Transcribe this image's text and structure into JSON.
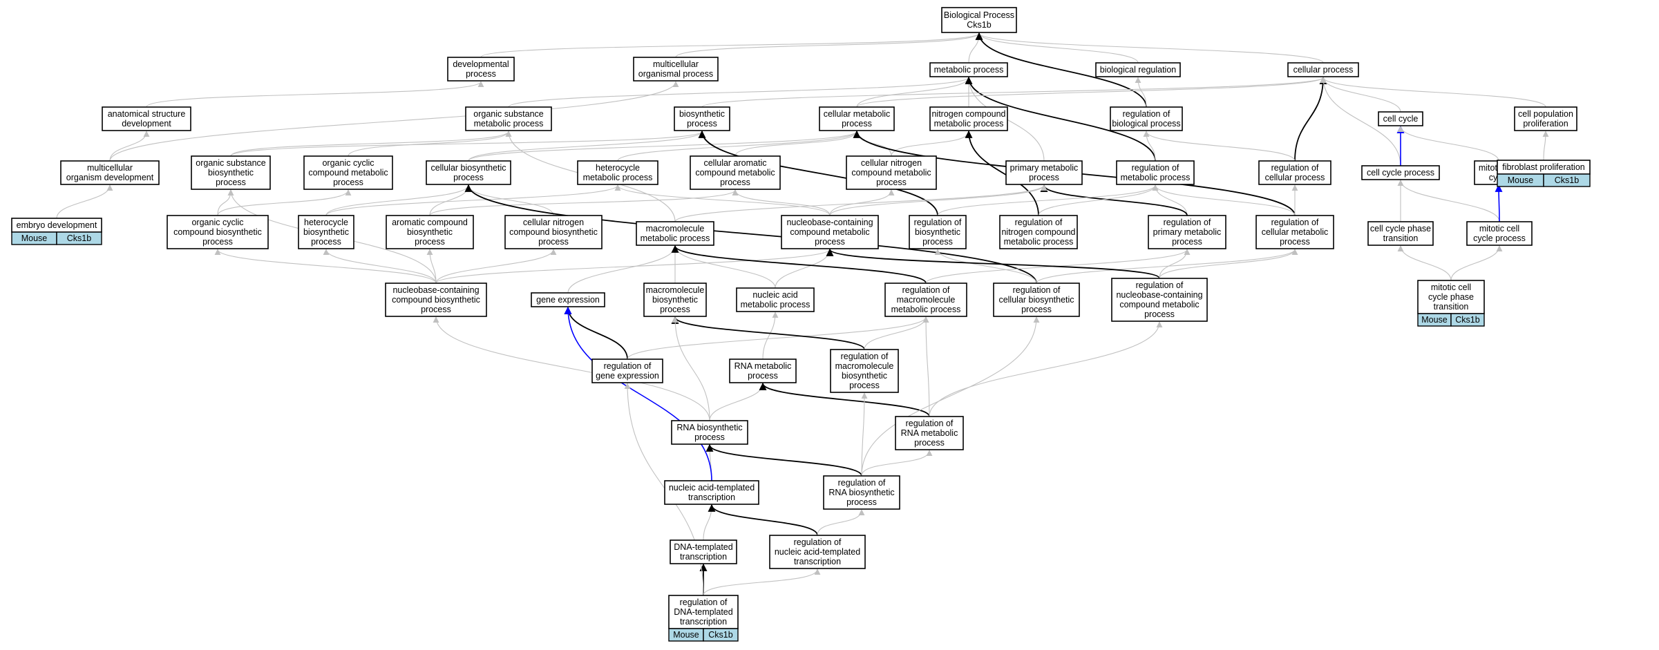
{
  "colors": {
    "edge_is_a": "#c0c0c0",
    "edge_regulates": "#000000",
    "edge_part_of": "#0000ff",
    "annotation_bg": "#add8e6"
  },
  "nodes": {
    "bp": [
      "Biological Process",
      "Cks1b"
    ],
    "dev": [
      "developmental",
      "process"
    ],
    "mop": [
      "multicellular",
      "organismal process"
    ],
    "metab": [
      "metabolic process"
    ],
    "biorg": [
      "biological regulation"
    ],
    "cellp": [
      "cellular process"
    ],
    "asd": [
      "anatomical structure",
      "development"
    ],
    "osmp": [
      "organic substance",
      "metabolic process"
    ],
    "biosyn": [
      "biosynthetic",
      "process"
    ],
    "cmp": [
      "cellular metabolic",
      "process"
    ],
    "ncmp": [
      "nitrogen compound",
      "metabolic process"
    ],
    "rbp": [
      "regulation of",
      "biological process"
    ],
    "cc": [
      "cell cycle"
    ],
    "cpp": [
      "cell population",
      "proliferation"
    ],
    "mod": [
      "multicellular",
      "organism development"
    ],
    "osbp": [
      "organic substance",
      "biosynthetic",
      "process"
    ],
    "occmp": [
      "organic cyclic",
      "compound metabolic",
      "process"
    ],
    "cbp": [
      "cellular biosynthetic",
      "process"
    ],
    "hmp": [
      "heterocycle",
      "metabolic process"
    ],
    "cacmp": [
      "cellular aromatic",
      "compound metabolic",
      "process"
    ],
    "cncmp": [
      "cellular nitrogen",
      "compound metabolic",
      "process"
    ],
    "pmp": [
      "primary metabolic",
      "process"
    ],
    "rmp": [
      "regulation of",
      "metabolic process"
    ],
    "rcp": [
      "regulation of",
      "cellular process"
    ],
    "ccp": [
      "cell cycle process"
    ],
    "mcc": [
      "mitotic cell",
      "cycle"
    ],
    "fp": [
      "fibroblast proliferation"
    ],
    "ed": [
      "embryo development"
    ],
    "occbp": [
      "organic cyclic",
      "compound biosynthetic",
      "process"
    ],
    "hbp": [
      "heterocycle",
      "biosynthetic",
      "process"
    ],
    "acbp": [
      "aromatic compound",
      "biosynthetic",
      "process"
    ],
    "cncbp": [
      "cellular nitrogen",
      "compound biosynthetic",
      "process"
    ],
    "mmp": [
      "macromolecule",
      "metabolic process"
    ],
    "nccmp": [
      "nucleobase-containing",
      "compound metabolic",
      "process"
    ],
    "rbsp": [
      "regulation of",
      "biosynthetic",
      "process"
    ],
    "rncmp": [
      "regulation of",
      "nitrogen compound",
      "metabolic process"
    ],
    "rpmp": [
      "regulation of",
      "primary metabolic",
      "process"
    ],
    "rcmp": [
      "regulation of",
      "cellular metabolic",
      "process"
    ],
    "ccpt": [
      "cell cycle phase",
      "transition"
    ],
    "mccp": [
      "mitotic cell",
      "cycle process"
    ],
    "nccbp": [
      "nucleobase-containing",
      "compound biosynthetic",
      "process"
    ],
    "ge": [
      "gene expression"
    ],
    "mbp": [
      "macromolecule",
      "biosynthetic",
      "process"
    ],
    "namp": [
      "nucleic acid",
      "metabolic process"
    ],
    "rmmp": [
      "regulation of",
      "macromolecule",
      "metabolic process"
    ],
    "rcbp": [
      "regulation of",
      "cellular biosynthetic",
      "process"
    ],
    "rnccmp": [
      "regulation of",
      "nucleobase-containing",
      "compound metabolic",
      "process"
    ],
    "mccpt": [
      "mitotic cell",
      "cycle phase",
      "transition"
    ],
    "rge": [
      "regulation of",
      "gene expression"
    ],
    "rnamp": [
      "RNA metabolic",
      "process"
    ],
    "rmbp": [
      "regulation of",
      "macromolecule",
      "biosynthetic",
      "process"
    ],
    "rnabp": [
      "RNA biosynthetic",
      "process"
    ],
    "rrnamp": [
      "regulation of",
      "RNA metabolic",
      "process"
    ],
    "natt": [
      "nucleic acid-templated",
      "transcription"
    ],
    "rrnabp": [
      "regulation of",
      "RNA biosynthetic",
      "process"
    ],
    "dtt": [
      "DNA-templated",
      "transcription"
    ],
    "rnatt": [
      "regulation of",
      "nucleic acid-templated",
      "transcription"
    ],
    "rdtt": [
      "regulation of",
      "DNA-templated",
      "transcription"
    ]
  },
  "annotations": {
    "ed": [
      "Mouse",
      "Cks1b"
    ],
    "fp": [
      "Mouse",
      "Cks1b"
    ],
    "mccpt": [
      "Mouse",
      "Cks1b"
    ],
    "rdtt": [
      "Mouse",
      "Cks1b"
    ]
  }
}
